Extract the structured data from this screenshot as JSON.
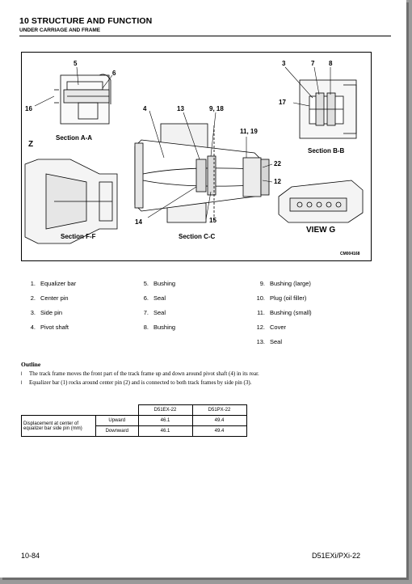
{
  "header": {
    "title": "10 STRUCTURE AND FUNCTION",
    "subtitle": "UNDER CARRIAGE AND FRAME"
  },
  "figure": {
    "callouts": {
      "c5": "5",
      "c6": "6",
      "c16": "16",
      "cZ": "Z",
      "c4": "4",
      "c13": "13",
      "c9_18": "9, 18",
      "c11_19": "11, 19",
      "c22": "22",
      "c12": "12",
      "c14": "14",
      "c15": "15",
      "c3": "3",
      "c7": "7",
      "c8": "8",
      "c17": "17"
    },
    "section_aa": "Section A-A",
    "section_bb": "Section B-B",
    "section_cc": "Section C-C",
    "section_ff": "Section F-F",
    "view_g": "VIEW G",
    "code": "CM004168"
  },
  "parts": {
    "col1": [
      {
        "num": "1.",
        "name": "Equalizer bar"
      },
      {
        "num": "2.",
        "name": "Center pin"
      },
      {
        "num": "3.",
        "name": "Side pin"
      },
      {
        "num": "4.",
        "name": "Pivot shaft"
      }
    ],
    "col2": [
      {
        "num": "5.",
        "name": "Bushing"
      },
      {
        "num": "6.",
        "name": "Seal"
      },
      {
        "num": "7.",
        "name": "Seal"
      },
      {
        "num": "8.",
        "name": "Bushing"
      }
    ],
    "col3": [
      {
        "num": "9.",
        "name": "Bushing (large)"
      },
      {
        "num": "10.",
        "name": "Plug (oil filler)"
      },
      {
        "num": "11.",
        "name": "Bushing (small)"
      },
      {
        "num": "12.",
        "name": "Cover"
      },
      {
        "num": "13.",
        "name": "Seal"
      }
    ]
  },
  "outline": {
    "heading": "Outline",
    "bullet_mark": "l",
    "items": [
      "The track frame moves the front part of the track frame up and down around pivot shaft (4) in its rear.",
      "Equalizer bar (1) rocks around center pin (2) and is connected to both track frames by side pin (3)."
    ]
  },
  "spec_table": {
    "col_headers": [
      "D51EX-22",
      "D51PX-22"
    ],
    "row_label": "Displacement at center of equalizer bar side pin (mm)",
    "rows": [
      {
        "dir": "Upward",
        "ex": "46.1",
        "px": "49.4"
      },
      {
        "dir": "Downward",
        "ex": "46.1",
        "px": "49.4"
      }
    ]
  },
  "footer": {
    "page": "10-84",
    "model": "D51EXi/PXi-22"
  }
}
